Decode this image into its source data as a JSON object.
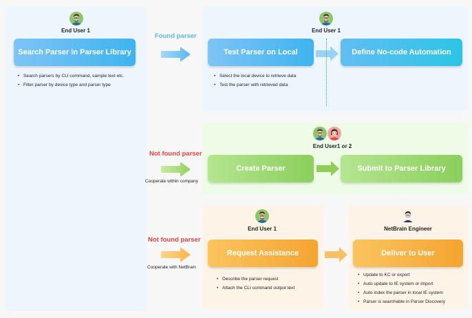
{
  "left_panel": {
    "user_label": "End User 1",
    "button_label": "Search Parser in Parser Library",
    "bullets": [
      "Search parsers by CLI command, sample text etc.",
      "Filter parser by device type and parser type"
    ]
  },
  "found_flow": {
    "label": "Found parser",
    "label_color": "#5ab5e8",
    "user_label": "End User 1",
    "test_button_label": "Test  Parser on Local",
    "define_button_label": "Define No-code Automation",
    "bullets": [
      "Select the local device to retrieve data",
      "Test the parser with retrieved data"
    ]
  },
  "create_flow": {
    "label": "Not found parser",
    "label_color": "#e8413f",
    "sublabel": "Cooperate within company",
    "user_label": "End User1 or 2",
    "create_button_label": "Create Parser",
    "submit_button_label": "Submit to Parser Library"
  },
  "assist_flow": {
    "label": "Not found parser",
    "label_color": "#e8413f",
    "sublabel": "Cooperate with NetBrain",
    "requester_label": "End User 1",
    "request_button_label": "Request Assistance",
    "request_bullets": [
      "Describe the parser request",
      "Attach the CLI command output text"
    ],
    "engineer_label": "NetBrain Engineer",
    "deliver_button_label": "Deliver to User",
    "deliver_bullets": [
      "Update to  KC or export",
      "Auto update to IE system or import",
      "Auto index the parser in local IE system",
      "Parser is searchable in Parser Discovery"
    ]
  }
}
